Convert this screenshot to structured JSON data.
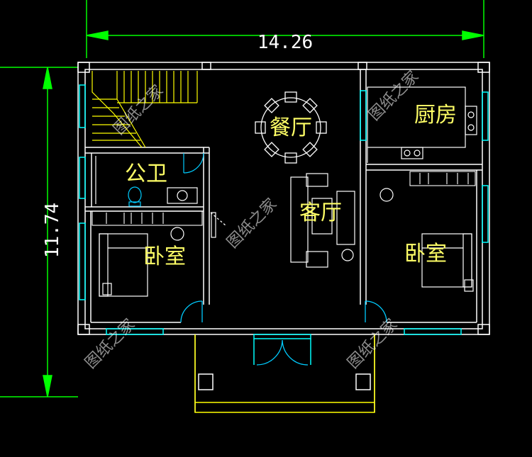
{
  "dimensions": {
    "width": "14.26",
    "depth": "11.74"
  },
  "rooms": {
    "dining": "餐厅",
    "kitchen": "厨房",
    "bathroom": "公卫",
    "living": "客厅",
    "bedroom_left": "卧室",
    "bedroom_right": "卧室"
  },
  "watermark": "图纸之家",
  "colors": {
    "background": "#000000",
    "wall": "#ffffff",
    "window": "#00ffff",
    "stair": "#ffff00",
    "dimension": "#00ff00",
    "label": "#ffff66",
    "furniture": "#ffffff",
    "gate": "#00ccff"
  }
}
